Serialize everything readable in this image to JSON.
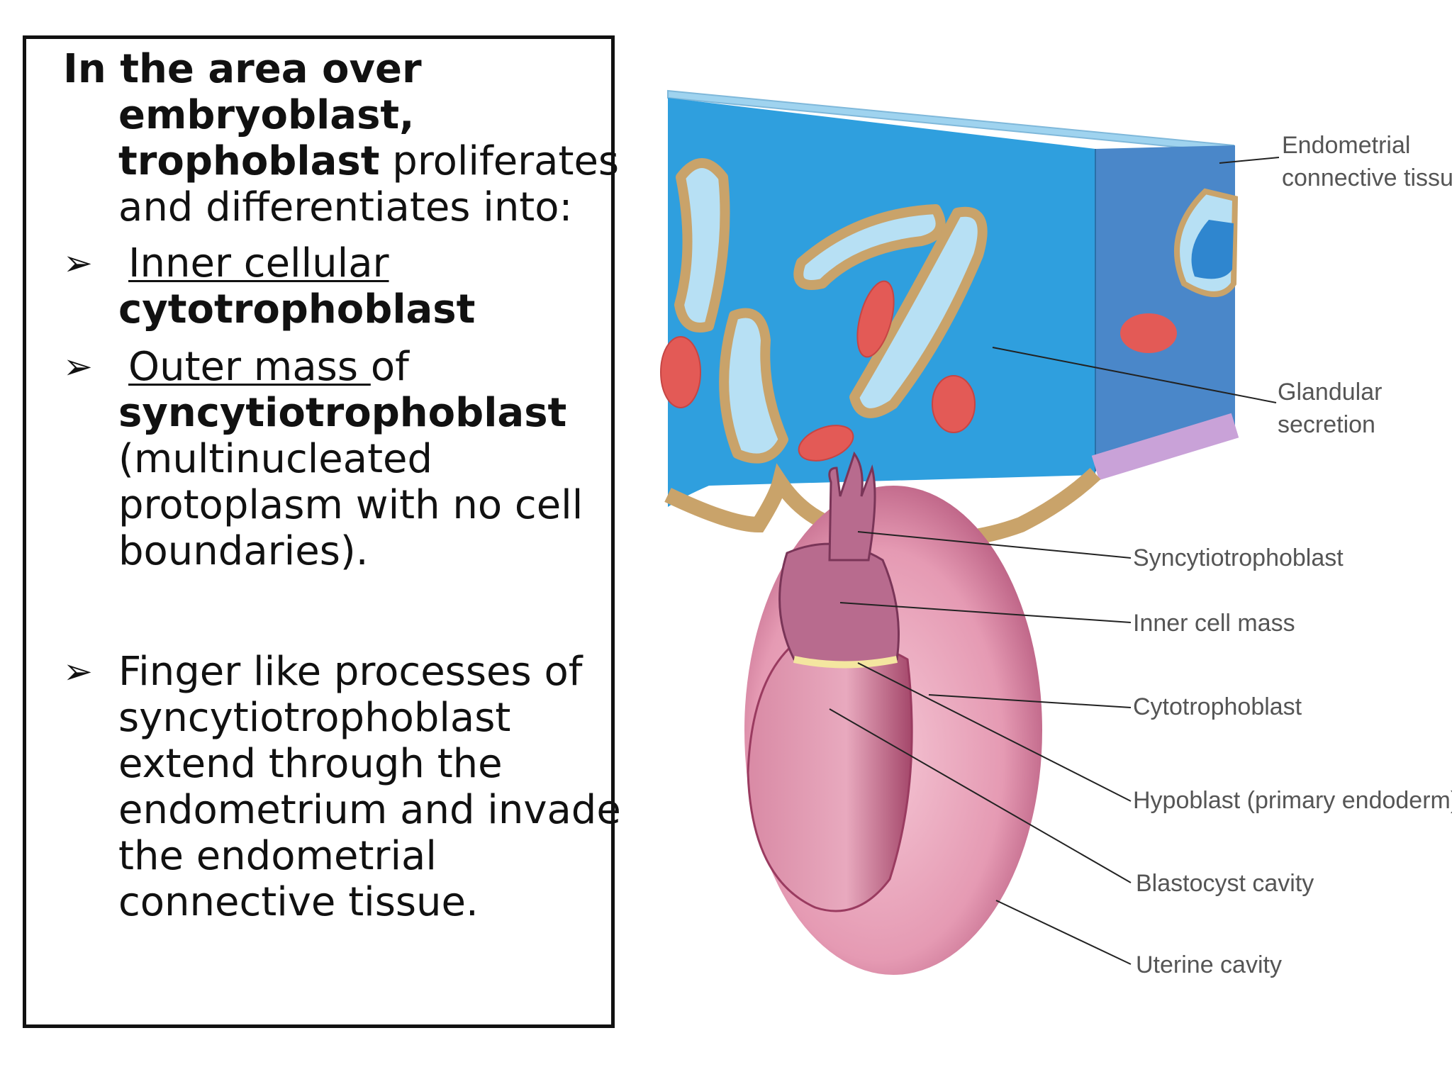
{
  "text": {
    "intro_1": "In the area over embryoblast,",
    "intro_2": "trophoblast",
    "intro_3": " proliferates and differentiates into:",
    "b1_underline": "Inner cellular",
    "b1_bold": "cytotrophoblast",
    "b2_underline": "Outer mass ",
    "b2_rest": "of",
    "b2_bold": "syncytiotrophoblast",
    "b2_tail": "(multinucleated protoplasm with no cell boundaries).",
    "b3": "Finger like processes of syncytiotrophoblast extend through the endometrium and invade the endometrial connective tissue.",
    "bullet_glyph": "➢"
  },
  "diagram": {
    "labels": {
      "endometrial_1": "Endometrial",
      "endometrial_2": "connective tissue",
      "glandular_1": "Glandular",
      "glandular_2": "secretion",
      "syncytio": "Syncytiotrophoblast",
      "inner_cell_mass": "Inner cell mass",
      "cytotrophoblast": "Cytotrophoblast",
      "hypoblast": "Hypoblast (primary endoderm)",
      "blastocyst_cavity": "Blastocyst cavity",
      "uterine_cavity": "Uterine cavity"
    },
    "colors": {
      "tissue_front": "#2f9fde",
      "tissue_side": "#4a87c9",
      "tissue_top": "#9fd3ef",
      "gland_wall": "#c9a36a",
      "gland_lumen": "#b7e0f4",
      "vessel": "#e35a56",
      "embryo_light": "#f0b6c8",
      "embryo_dark": "#a4476a"
    }
  }
}
